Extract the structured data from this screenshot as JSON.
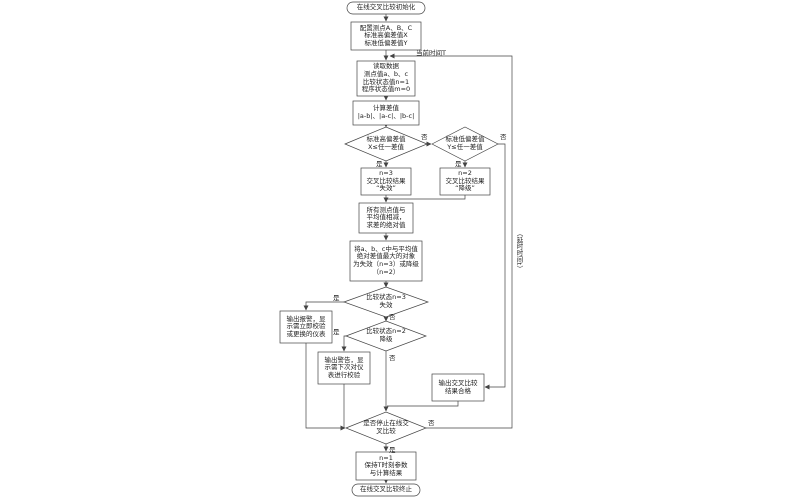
{
  "diagram": {
    "nodes": {
      "start": {
        "lines": [
          "在线交叉比较初始化"
        ]
      },
      "config": {
        "lines": [
          "配置测点A、B、C",
          "标准高偏差值X",
          "标准低偏差值Y"
        ]
      },
      "read": {
        "lines": [
          "读取数据",
          "测点值a、b、c",
          "比较状态值n=1",
          "程序状态值m=0"
        ]
      },
      "calc": {
        "lines": [
          "计算差值",
          "|a-b|、|a-c|、|b-c|"
        ]
      },
      "d_high": {
        "lines": [
          "标准高偏差值",
          "X≤任一差值"
        ]
      },
      "d_low": {
        "lines": [
          "标准低偏差值",
          "Y≤任一差值"
        ]
      },
      "n3": {
        "lines": [
          "n=3",
          "交叉比较结果",
          "“失效”"
        ]
      },
      "n2": {
        "lines": [
          "n=2",
          "交叉比较结果",
          "“降级”"
        ]
      },
      "avg": {
        "lines": [
          "所有测点值与",
          "平均值相减，",
          "求差的绝对值"
        ]
      },
      "mark": {
        "lines": [
          "将a、b、c中与平均值",
          "绝对差值最大的对象",
          "为失效（n=3）或降级",
          "（n=2）"
        ]
      },
      "d_n3": {
        "lines": [
          "比较状态n=3",
          "失效"
        ]
      },
      "alarm": {
        "lines": [
          "输出报警，显",
          "示需立即校验",
          "或更换的仪表"
        ]
      },
      "d_n2": {
        "lines": [
          "比较状态n=2",
          "降级"
        ]
      },
      "warn": {
        "lines": [
          "输出警告，显",
          "示需下次对仪",
          "表进行校验"
        ]
      },
      "ok": {
        "lines": [
          "输出交叉比较",
          "结果合格"
        ]
      },
      "d_stop": {
        "lines": [
          "是否停止在线交",
          "叉比较"
        ]
      },
      "keep": {
        "lines": [
          "n=1",
          "保持T时刻参数",
          "与计算结果"
        ]
      },
      "end": {
        "lines": [
          "在线交叉比较终止"
        ]
      }
    },
    "labels": {
      "yes": "是",
      "no": "否",
      "current_time": "当前时间T",
      "delay": "（延时时间t）"
    },
    "colors": {
      "stroke": "#444444",
      "text": "#222222",
      "background": "#ffffff"
    }
  }
}
